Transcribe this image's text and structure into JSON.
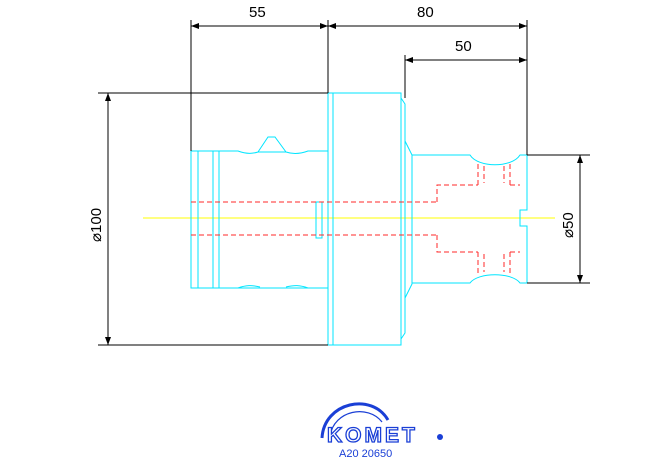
{
  "colors": {
    "outline": "#00e5ff",
    "hidden": "#ff2a2a",
    "centerline": "#ffff00",
    "dimension": "#000000",
    "brand": "#1a3fd6"
  },
  "dimensions": {
    "top_left": "55",
    "top_right": "80",
    "middle_right": "50",
    "left_diameter": "⌀100",
    "right_diameter": "⌀50"
  },
  "brand": {
    "name": "KOMET",
    "code": "A20 20650"
  }
}
